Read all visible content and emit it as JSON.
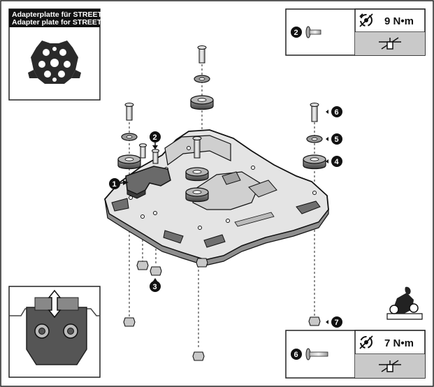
{
  "title_box": {
    "line1": "Adapterplatte für STREET-RACK",
    "line2": "Adapter plate for STREET-RACK"
  },
  "torque_top": {
    "part": "2",
    "value": "9 N•m"
  },
  "torque_bottom": {
    "part": "6",
    "value": "7 N•m"
  },
  "callouts": [
    "1",
    "2",
    "3",
    "4",
    "5",
    "6",
    "7"
  ],
  "colors": {
    "panel_grey": "#c9c9c9",
    "callout_black": "#111111",
    "plate_grey": "#d9d9d9"
  }
}
